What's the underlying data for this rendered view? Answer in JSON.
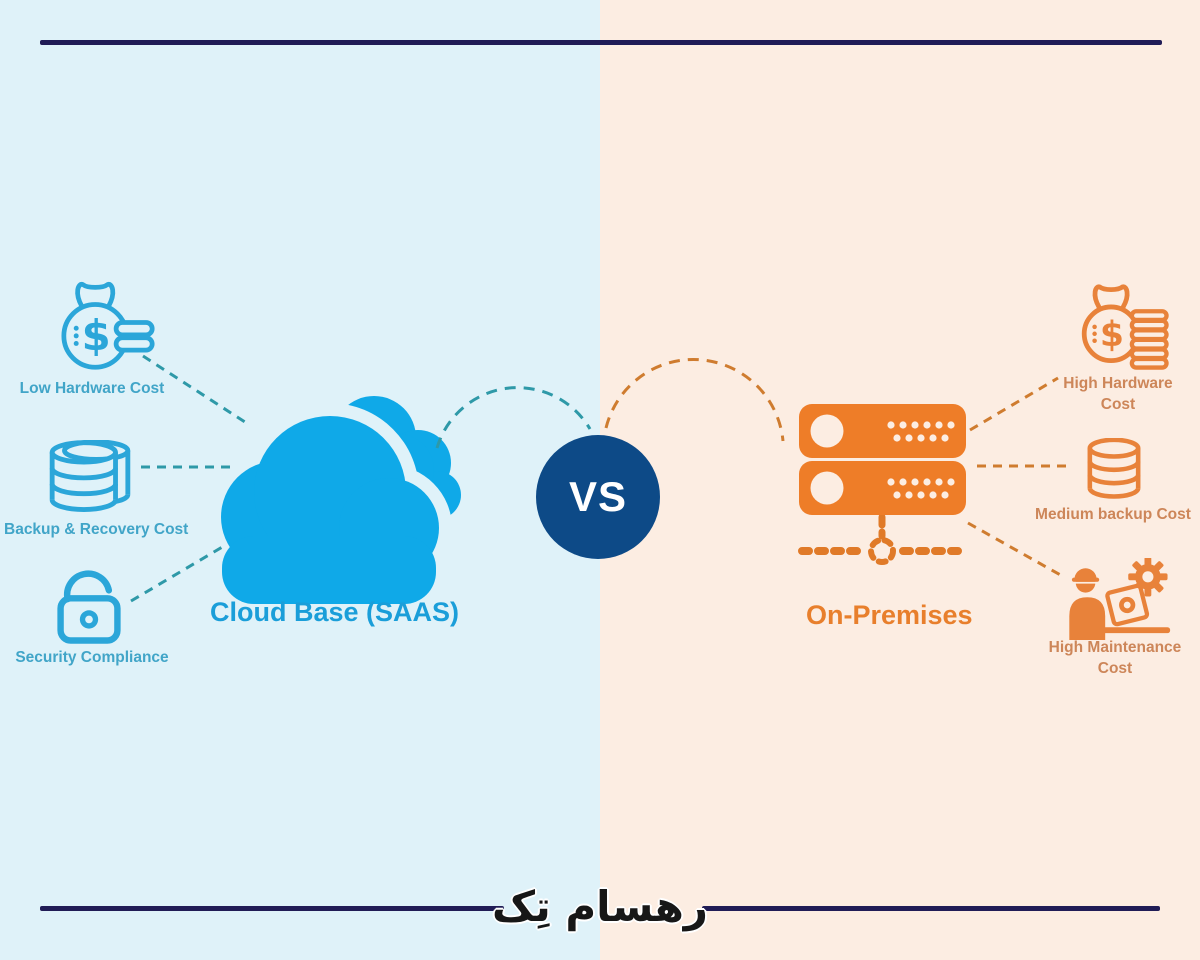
{
  "infographic": {
    "left": {
      "title": "Cloud Base (SAAS)",
      "items": [
        {
          "icon": "money-bag-coins-icon",
          "label": "Low Hardware Cost"
        },
        {
          "icon": "database-stack-icon",
          "label": "Backup & Recovery Cost"
        },
        {
          "icon": "padlock-icon",
          "label": "Security Compliance"
        }
      ],
      "colors": {
        "background": "#dff2f9",
        "cloud_fill": "#0fa9e8",
        "icon_stroke": "#2ba6d9",
        "label_text": "#41a5c8",
        "title_text": "#1a9ed9",
        "dash_line": "#2e99a8"
      }
    },
    "center": {
      "vs_label": "VS",
      "colors": {
        "circle_fill": "#0d4a87",
        "text": "#ffffff"
      }
    },
    "right": {
      "title": "On-Premises",
      "items": [
        {
          "icon": "money-bag-coins-icon",
          "label": "High Hardware Cost"
        },
        {
          "icon": "database-icon",
          "label": "Medium backup Cost"
        },
        {
          "icon": "maintenance-worker-icon",
          "label": "High Maintenance Cost"
        }
      ],
      "colors": {
        "background": "#fcede2",
        "server_fill": "#ee7d28",
        "icon_stroke": "#e8823a",
        "label_text": "#cd8659",
        "title_text": "#e87f2c",
        "dash_line": "#cf7c2f"
      }
    },
    "icons": {
      "currency_symbol": "$"
    },
    "footer": {
      "logo_text": "رهسام تِک"
    },
    "divider_color": "#201c56"
  }
}
